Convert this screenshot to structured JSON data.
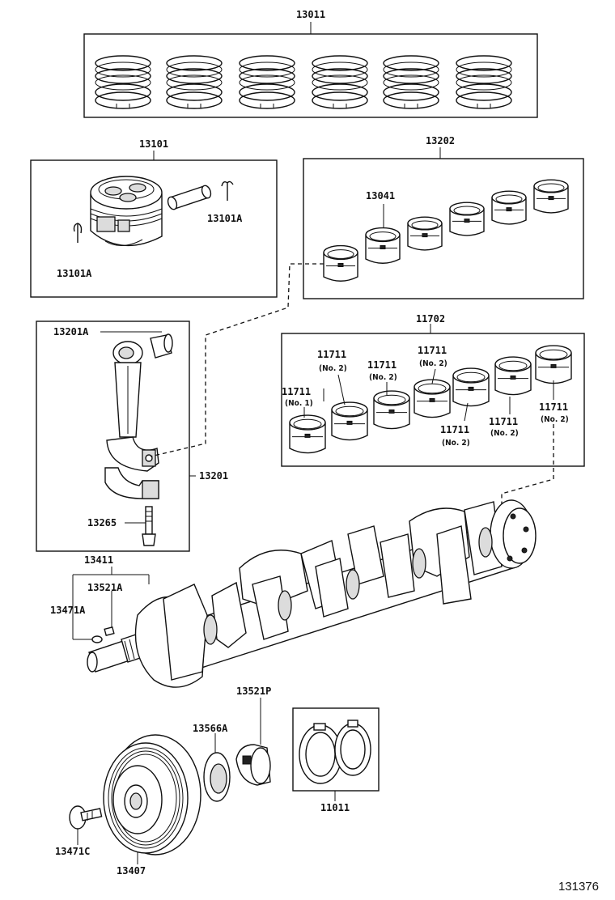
{
  "figure_number": "131376",
  "groups": {
    "piston_ring_set": {
      "part_no": "13011"
    },
    "piston_sub_assy": {
      "part_no": "13101",
      "snap_ring_left": "13101A",
      "snap_ring_right": "13101A"
    },
    "conrod_bearing_set": {
      "part_no": "13202",
      "bearing": "13041"
    },
    "main_bearing_set": {
      "part_no": "11702",
      "bearings": [
        {
          "part_no": "11711",
          "qualifier": "(No. 1)"
        },
        {
          "part_no": "11711",
          "qualifier": "(No. 2)"
        },
        {
          "part_no": "11711",
          "qualifier": "(No. 2)"
        },
        {
          "part_no": "11711",
          "qualifier": "(No. 2)"
        },
        {
          "part_no": "11711",
          "qualifier": "(No. 2)"
        },
        {
          "part_no": "11711",
          "qualifier": "(No. 2)"
        },
        {
          "part_no": "11711",
          "qualifier": "(No. 2)"
        }
      ]
    },
    "conrod_sub_assy": {
      "part_no": "13201",
      "bushing": "13201A",
      "bolt": "13265"
    },
    "crankshaft": {
      "part_no": "13411",
      "key": "13521A",
      "plug": "13471A"
    },
    "thrust_washer_set": {
      "part_no": "11011"
    },
    "pulley": {
      "key": "13521P",
      "washer": "13566A",
      "bolt": "13471C",
      "pulley": "13407"
    }
  }
}
